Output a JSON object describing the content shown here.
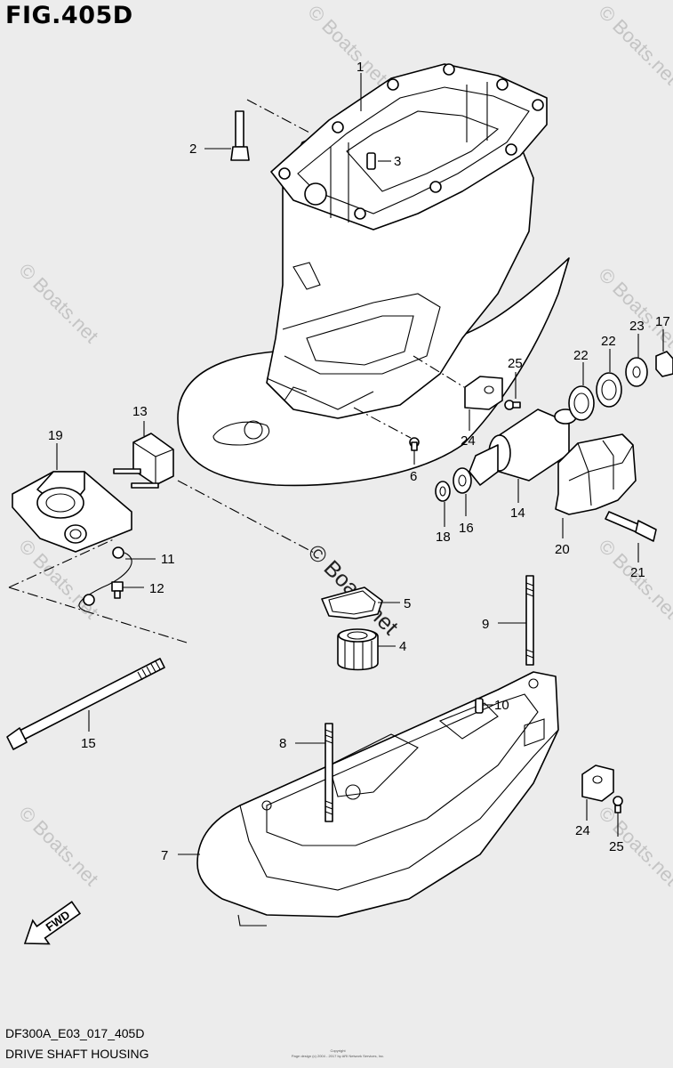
{
  "figure": {
    "title": "FIG.405D",
    "code": "DF300A_E03_017_405D",
    "name": "DRIVE SHAFT HOUSING",
    "copyright_line1": "Copyright",
    "copyright_line2": "Page design (c) 2004 - 2017 by ARI Network Services, Inc."
  },
  "watermark": "© Boats.net",
  "fwd_label": "FWD",
  "callouts": [
    "1",
    "2",
    "3",
    "4",
    "5",
    "6",
    "7",
    "8",
    "9",
    "10",
    "11",
    "12",
    "13",
    "14",
    "15",
    "16",
    "17",
    "18",
    "19",
    "20",
    "21",
    "22",
    "22",
    "23",
    "24",
    "24",
    "25",
    "25"
  ]
}
